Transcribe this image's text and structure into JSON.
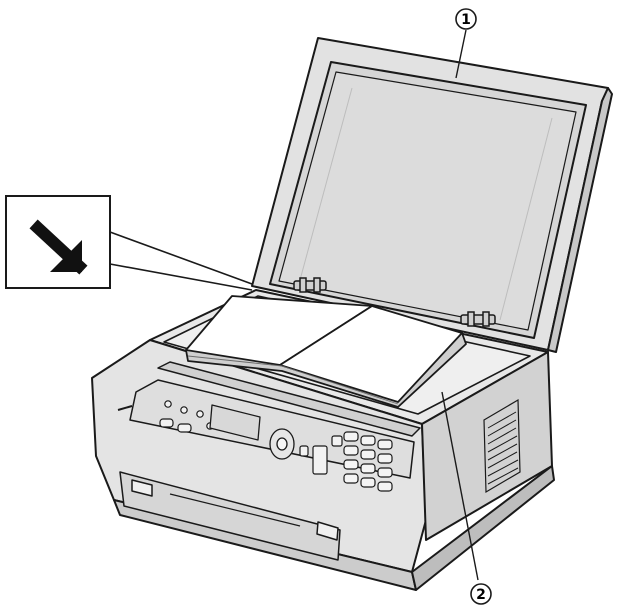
{
  "callouts": [
    {
      "id": "callout-1",
      "label": "1",
      "part": "document-cover"
    },
    {
      "id": "callout-2",
      "label": "2",
      "part": "scanner-glass"
    }
  ],
  "inset": {
    "icon": "arrow-down-right-icon"
  },
  "colors": {
    "line": "#1a1a1a",
    "body_fill": "#e6e6e6",
    "cover_inner": "#d4d4d4",
    "glass_fill": "#ededed",
    "paper_fill": "#ffffff",
    "shade": "#bdbdbd"
  }
}
